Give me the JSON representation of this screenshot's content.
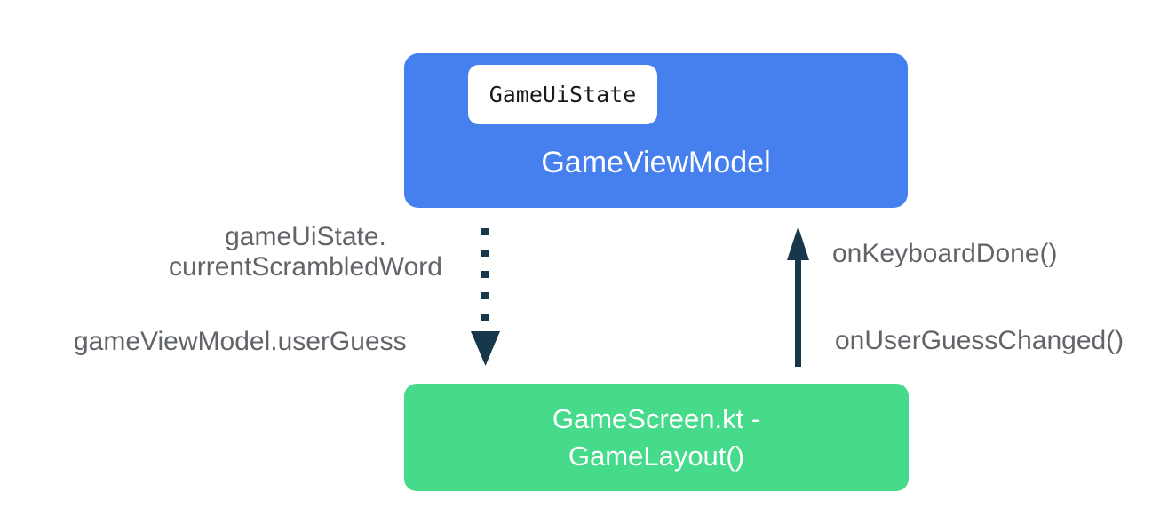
{
  "colors": {
    "box-blue": "#4680EE",
    "box-green": "#45DB8B",
    "arrow": "#16384A",
    "label-gray": "#616569",
    "chip-bg": "#FFFFFF",
    "chip-text": "#1A1A1A",
    "box-text": "#FFFFFF"
  },
  "diagram": {
    "viewmodel_box": {
      "chip_label": "GameUiState",
      "title": "GameViewModel"
    },
    "screen_box": {
      "title": "GameScreen.kt -\nGameLayout()"
    },
    "labels": {
      "state_flow": "gameUiState.\ncurrentScrambledWord",
      "user_guess": "gameViewModel.userGuess",
      "keyboard_done": "onKeyboardDone()",
      "user_guess_changed": "onUserGuessChanged()"
    },
    "icons": {
      "down_arrow": "dotted-down-arrow",
      "up_arrow": "solid-up-arrow"
    }
  }
}
